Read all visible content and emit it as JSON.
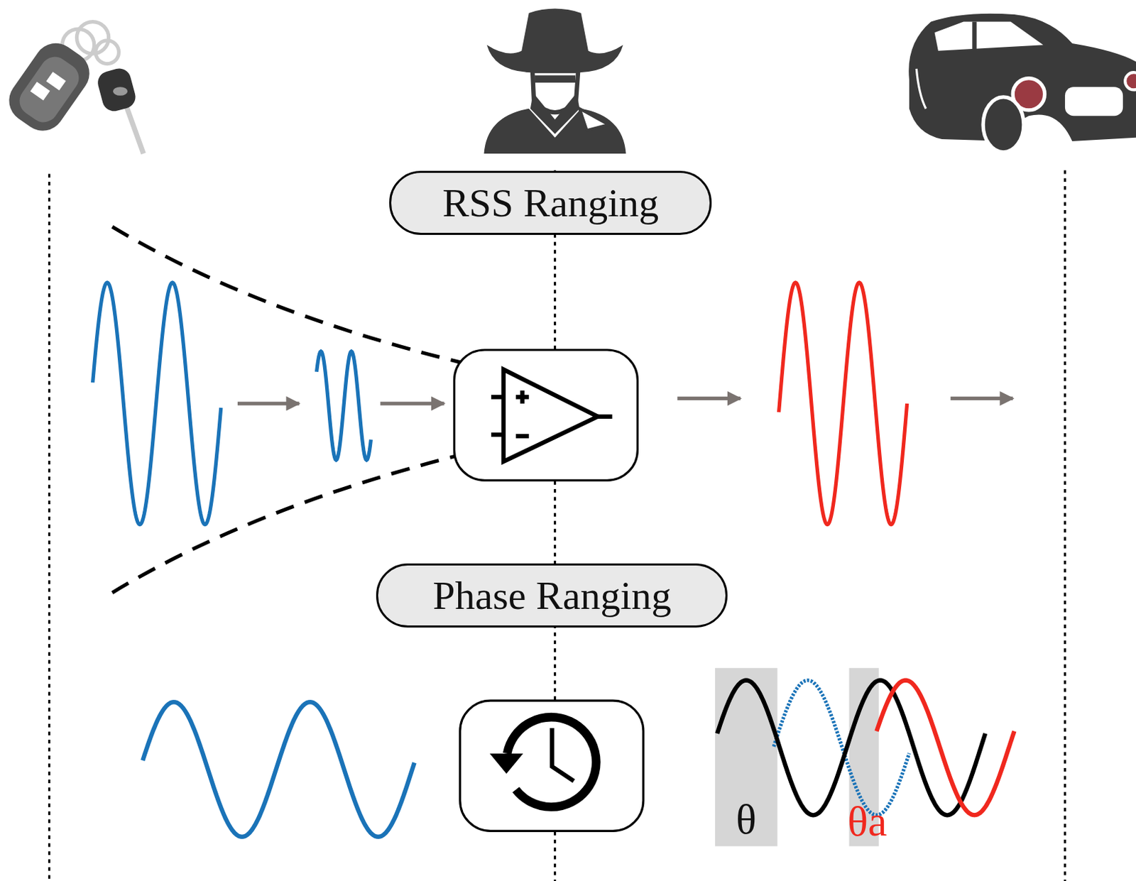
{
  "diagram": {
    "nodes": [
      {
        "text": [
          "RSS Ranging"
        ]
      },
      {
        "text": [
          "Phase Ranging"
        ]
      }
    ],
    "labels": [
      "θ",
      "θa"
    ]
  }
}
